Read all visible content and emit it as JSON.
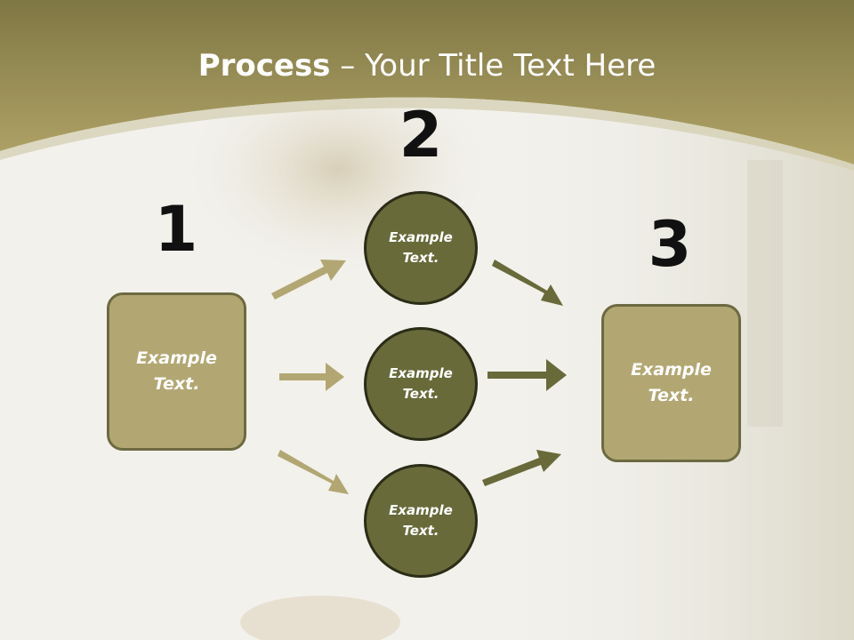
{
  "title": {
    "bold": "Process",
    "rest": " – Your Title Text Here"
  },
  "steps": {
    "one": {
      "number": "1",
      "label_line1": "Example",
      "label_line2": "Text."
    },
    "two": {
      "number": "2"
    },
    "three": {
      "number": "3",
      "label_line1": "Example",
      "label_line2": "Text."
    }
  },
  "circles": [
    {
      "line1": "Example",
      "line2": "Text."
    },
    {
      "line1": "Example",
      "line2": "Text."
    },
    {
      "line1": "Example",
      "line2": "Text."
    }
  ],
  "colors": {
    "header": "#a89d66",
    "box": "#b2a772",
    "circle": "#686a3a",
    "arrow_light": "#b2a772",
    "arrow_dark": "#686a3a"
  }
}
